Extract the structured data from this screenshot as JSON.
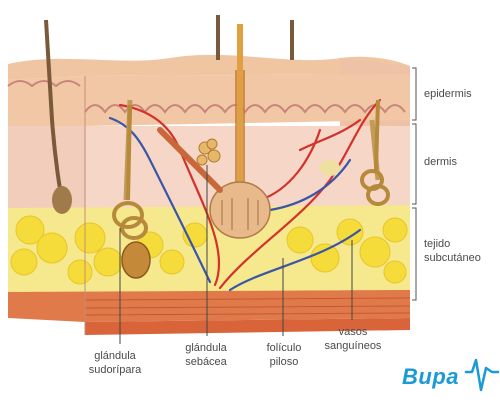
{
  "labels": {
    "epidermis": "epidermis",
    "dermis": "dermis",
    "subcutaneous_line1": "tejido",
    "subcutaneous_line2": "subcutáneo",
    "sweat_gland_line1": "glándula",
    "sweat_gland_line2": "sudorípara",
    "sebaceous_gland_line1": "glándula",
    "sebaceous_gland_line2": "sebácea",
    "hair_follicle_line1": "folículo",
    "hair_follicle_line2": "piloso",
    "blood_vessels_line1": "vasos",
    "blood_vessels_line2": "sanguíneos"
  },
  "brand": {
    "name": "Bupa"
  },
  "colors": {
    "epidermis": "#f2c7a6",
    "dermis": "#f6d6c6",
    "fat": "#f5e04a",
    "muscle": "#d9643a",
    "artery": "#d3322c",
    "vein": "#3b55a8",
    "hair": "#7a5a3a",
    "brand": "#1a9ad6"
  }
}
